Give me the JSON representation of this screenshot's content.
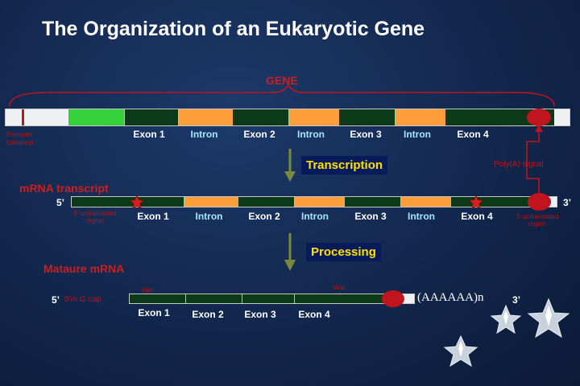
{
  "title": "The Organization of an Eukaryotic Gene",
  "gene": {
    "label": "GENE",
    "promoter": "Promoter",
    "enhancer": "Enhancer",
    "poly_a": "Poly(A) signal",
    "labels": [
      "Exon 1",
      "Intron",
      "Exon 2",
      "Intron",
      "Exon 3",
      "Intron",
      "Exon 4"
    ]
  },
  "steps": {
    "transcription": "Transcription",
    "processing": "Processing"
  },
  "mrna": {
    "label": "mRNA transcript",
    "five": "5’",
    "three": "3’",
    "utr5_a": "5'-untranslated",
    "utr5_b": "region",
    "utr3_a": "3'-untranslated",
    "utr3_b": "region",
    "labels": [
      "Exon 1",
      "Intron",
      "Exon 2",
      "Intron",
      "Exon 3",
      "Intron",
      "Exon 4"
    ]
  },
  "mature": {
    "label": "Mataure mRNA",
    "five": "5’",
    "three": "3’",
    "cap": "5’m G cap",
    "start": "start",
    "stop": "stop",
    "polya_tail": "(AAAAAA)n",
    "labels": [
      "Exon 1",
      "Exon 2",
      "Exon 3",
      "Exon 4"
    ]
  },
  "colors": {
    "exon": "#0c3a18",
    "intron": "#ff9f3c",
    "regulatory": "#35d13a",
    "poly_a_marker": "#c0141e",
    "star": "#d62020",
    "step_text": "#ffe000"
  }
}
